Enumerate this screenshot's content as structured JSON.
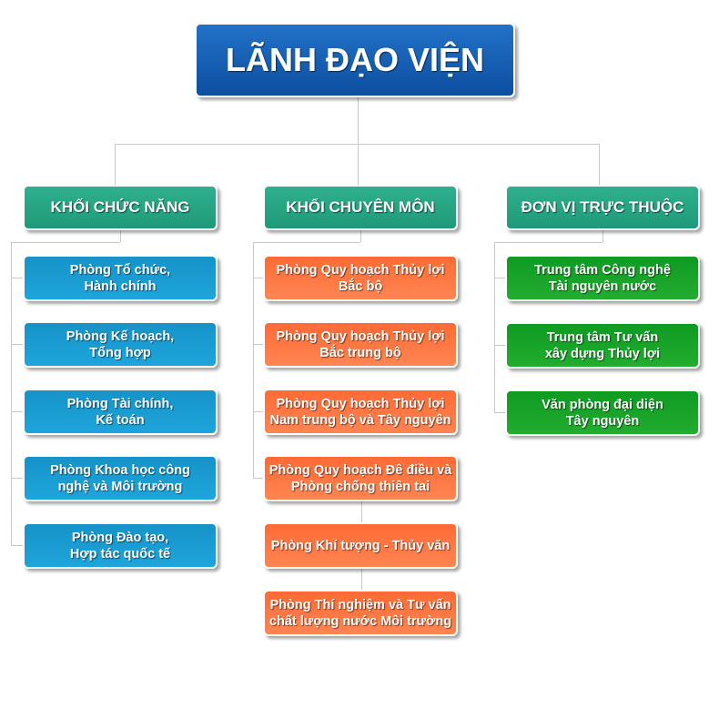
{
  "top": "LÃNH ĐẠO VIỆN",
  "groups": [
    {
      "title": "KHỐI CHỨC NĂNG",
      "items": [
        "Phòng Tổ chức,\nHành chính",
        "Phòng Kế hoạch,\nTổng hợp",
        "Phòng Tài chính,\nKế toán",
        "Phòng Khoa học công\nnghệ và Môi trường",
        "Phòng Đào tạo,\nHợp tác quốc tế"
      ]
    },
    {
      "title": "KHỐI CHUYÊN MÔN",
      "items": [
        "Phòng Quy hoạch Thủy lợi\nBắc bộ",
        "Phòng Quy hoạch Thủy lợi\nBắc trung bộ",
        "Phòng Quy hoạch Thủy lợi\nNam trung bộ và Tây nguyên",
        "Phòng Quy hoạch Đê điều và\nPhòng chống thiên tai",
        "Phòng Khí tượng - Thủy văn",
        "Phòng Thí nghiệm và Tư vấn\nchất lượng nước Môi trường"
      ]
    },
    {
      "title": "ĐƠN VỊ TRỰC THUỘC",
      "items": [
        "Trung tâm Công nghệ\nTài nguyên nước",
        "Trung tâm  Tư vấn\nxây dựng Thủy lợi",
        "Văn phòng đại diện\nTây nguyên"
      ]
    }
  ]
}
